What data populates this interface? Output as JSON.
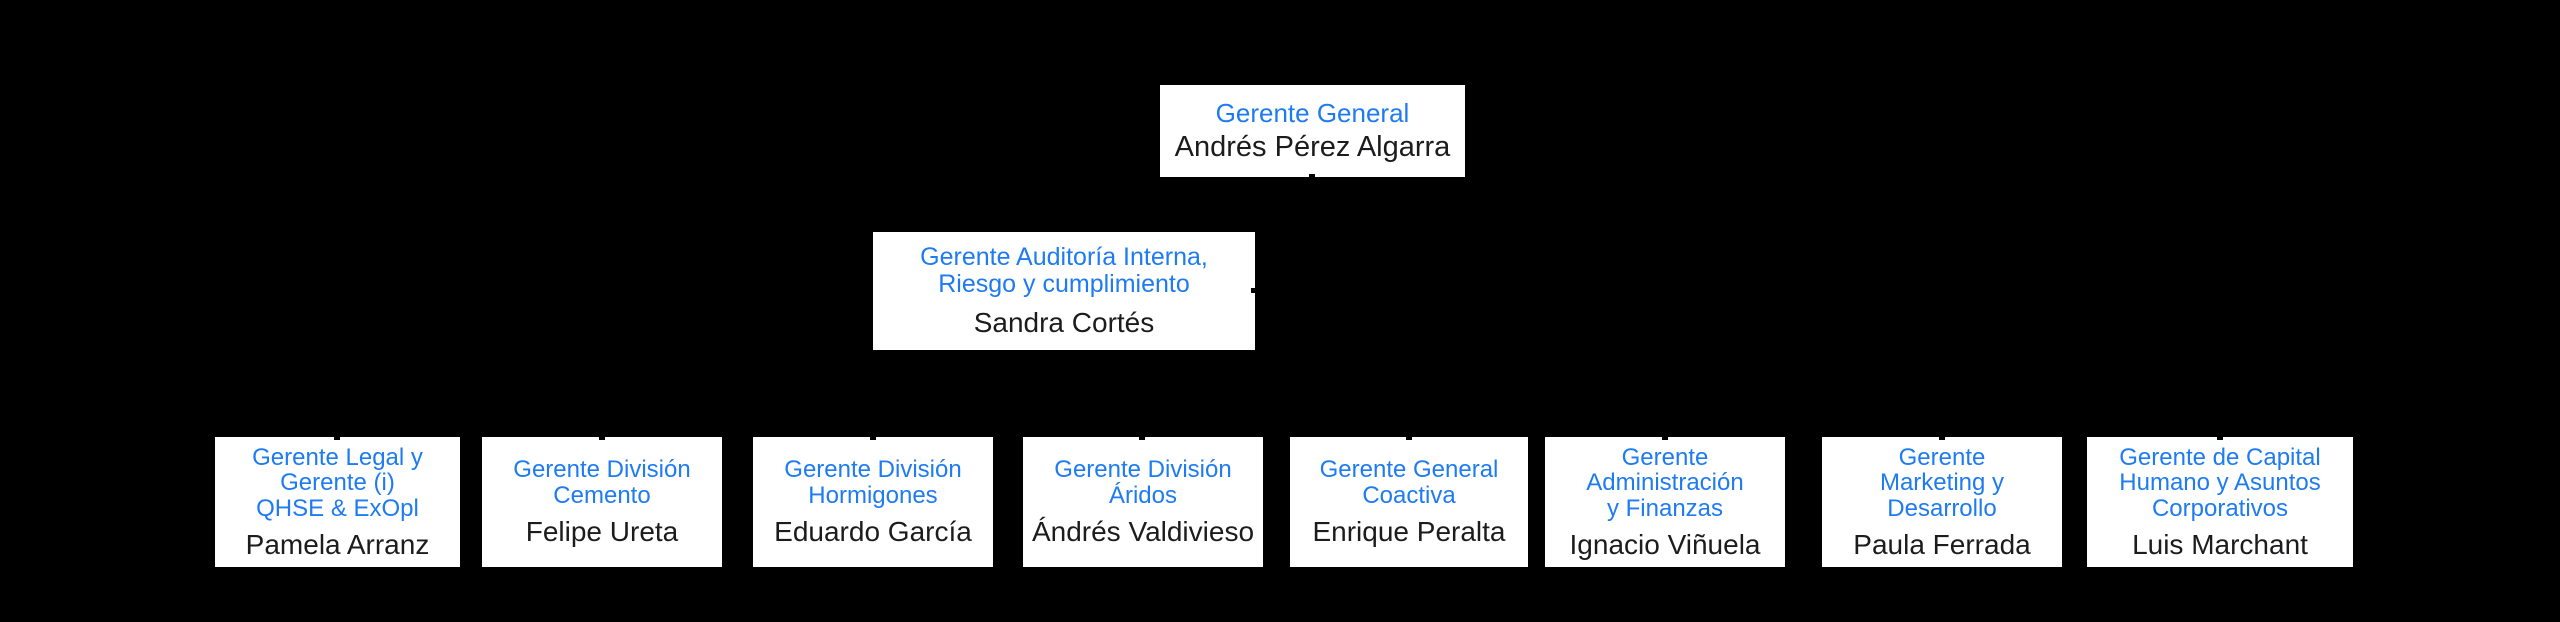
{
  "colors": {
    "background": "#000000",
    "box_background": "#ffffff",
    "title_text": "#1e7bf2",
    "name_text": "#1c1c1e",
    "connector_line": "#000000"
  },
  "org_chart": {
    "root": {
      "title": "Gerente General",
      "name": "Andrés Pérez Algarra"
    },
    "staff": {
      "title": "Gerente Auditoría Interna,\nRiesgo y cumplimiento",
      "name": "Sandra Cortés"
    },
    "children": [
      {
        "title": "Gerente Legal y\nGerente (i)\nQHSE & ExOpl",
        "name": "Pamela Arranz"
      },
      {
        "title": "Gerente División\nCemento",
        "name": "Felipe Ureta"
      },
      {
        "title": "Gerente División\nHormigones",
        "name": "Eduardo García"
      },
      {
        "title": "Gerente División\nÁridos",
        "name": "Ándrés Valdivieso"
      },
      {
        "title": "Gerente General\nCoactiva",
        "name": "Enrique Peralta"
      },
      {
        "title": "Gerente\nAdministración\ny Finanzas",
        "name": "Ignacio Viñuela"
      },
      {
        "title": "Gerente\nMarketing y\nDesarrollo",
        "name": "Paula Ferrada"
      },
      {
        "title": "Gerente de Capital\nHumano y Asuntos\nCorporativos",
        "name": "Luis Marchant"
      }
    ]
  }
}
